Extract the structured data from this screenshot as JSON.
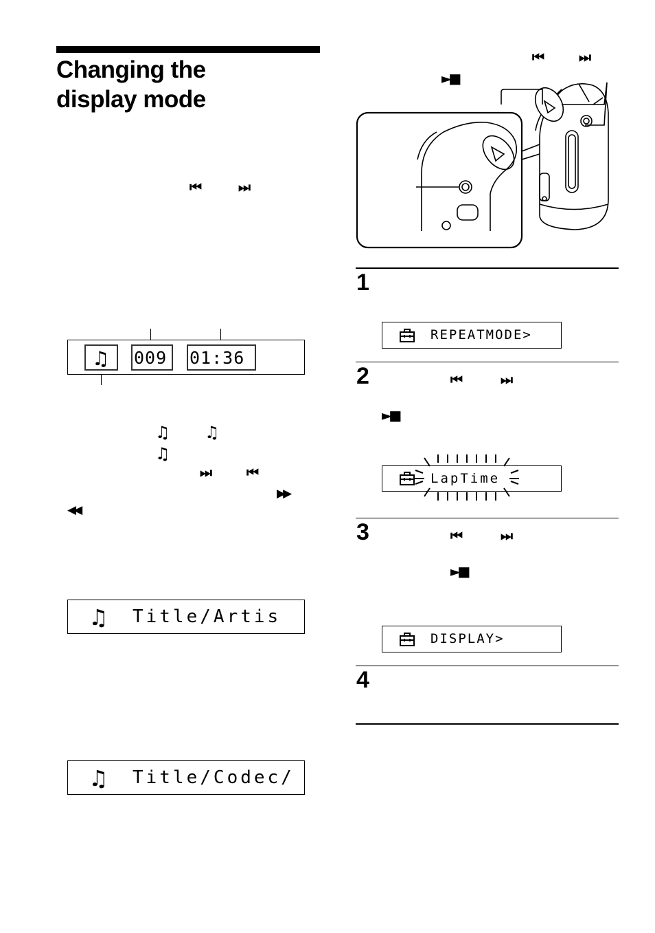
{
  "page": {
    "title_line1": "Changing the",
    "title_line2": "display mode"
  },
  "glyphs": {
    "prev": "⏮",
    "next": "⏭",
    "play_stop": "►■",
    "ffwd": "▶▶",
    "rew": "◀◀",
    "note": "♫"
  },
  "displays": {
    "main": {
      "track_number": "009",
      "elapsed_time": "01:36"
    },
    "title_artist": "Title/Artis",
    "title_codec": "Title/Codec/"
  },
  "steps": [
    {
      "number": "1",
      "lcd": "REPEATMODE>"
    },
    {
      "number": "2",
      "lcd": "LapTime"
    },
    {
      "number": "3",
      "lcd": "DISPLAY>"
    },
    {
      "number": "4"
    }
  ]
}
